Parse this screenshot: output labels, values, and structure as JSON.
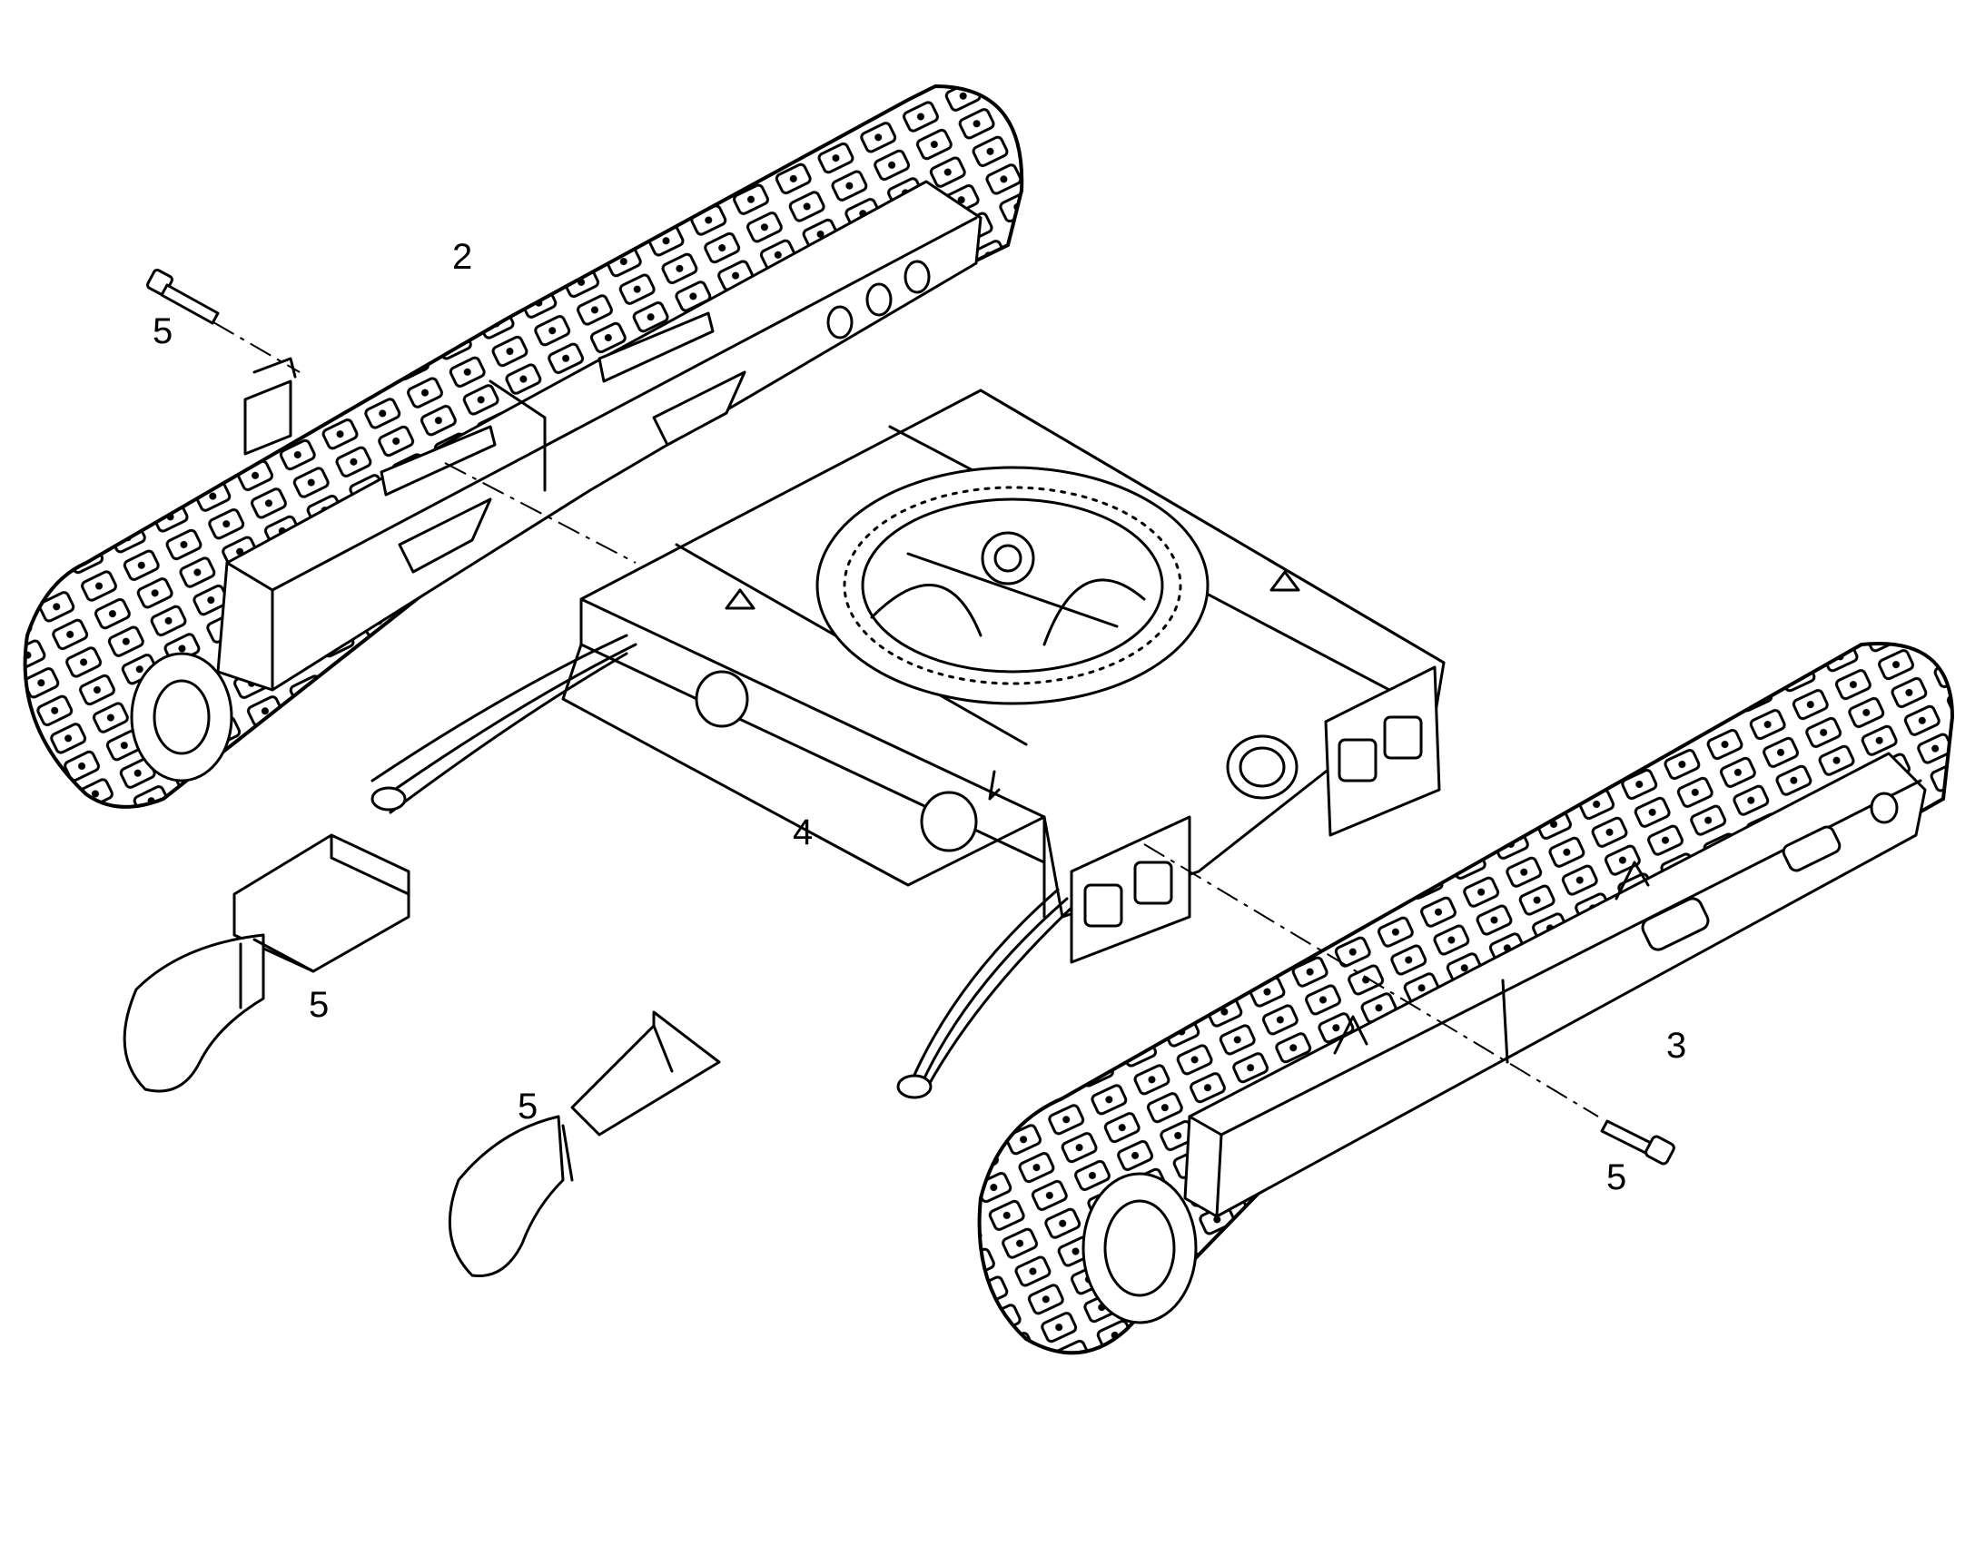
{
  "diagram": {
    "callouts": {
      "left_track": "2",
      "right_track": "3",
      "center_frame": "4",
      "bolt_left": "5",
      "bolt_right": "5",
      "guard_left": "5",
      "guard_middle": "5"
    }
  }
}
